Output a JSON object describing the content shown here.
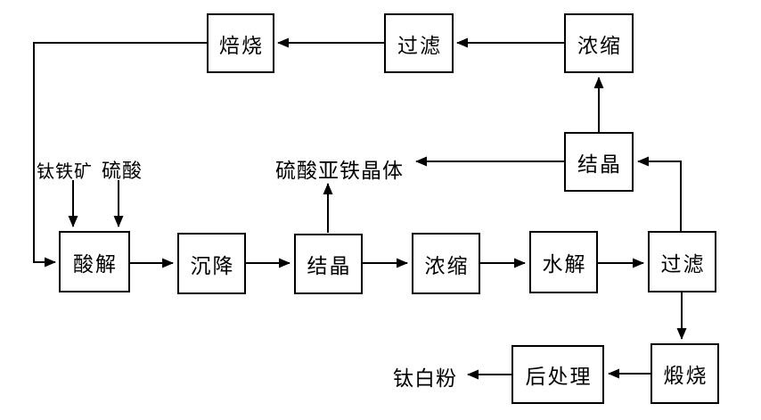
{
  "flowchart": {
    "nodes": {
      "roasting": "焙烧",
      "filtration_top": "过滤",
      "concentration_top": "浓缩",
      "crystallization_right": "结晶",
      "acid_dissolution": "酸解",
      "sedimentation": "沉降",
      "crystallization_main": "结晶",
      "concentration_main": "浓缩",
      "hydrolysis": "水解",
      "filtration_main": "过滤",
      "calcination": "煅烧",
      "post_treatment": "后处理"
    },
    "labels": {
      "ilmenite": "钛铁矿",
      "sulfuric_acid": "硫酸",
      "ferrous_sulfate_crystals": "硫酸亚铁晶体",
      "titanium_white_powder": "钛白粉"
    },
    "colors": {
      "line": "#000000",
      "box_fill": "#ffffff",
      "background": "#ffffff"
    }
  }
}
